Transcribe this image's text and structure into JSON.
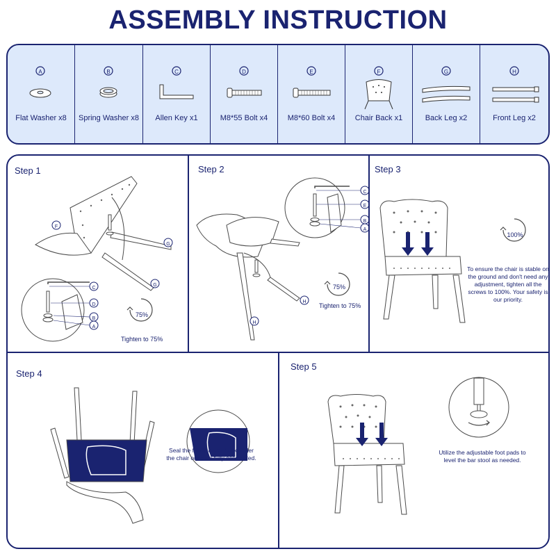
{
  "title": "ASSEMBLY INSTRUCTION",
  "parts": [
    {
      "letter": "A",
      "name": "Flat Washer x8",
      "icon": "flat-washer-icon"
    },
    {
      "letter": "B",
      "name": "Spring Washer x8",
      "icon": "spring-washer-icon"
    },
    {
      "letter": "C",
      "name": "Allen Key x1",
      "icon": "allen-key-icon"
    },
    {
      "letter": "D",
      "name": "M8*55 Bolt x4",
      "icon": "bolt-icon"
    },
    {
      "letter": "E",
      "name": "M8*60 Bolt x4",
      "icon": "bolt-icon"
    },
    {
      "letter": "F",
      "name": "Chair Back x1",
      "icon": "chair-back-icon"
    },
    {
      "letter": "G",
      "name": "Back Leg x2",
      "icon": "back-leg-icon"
    },
    {
      "letter": "H",
      "name": "Front Leg x2",
      "icon": "front-leg-icon"
    }
  ],
  "steps": {
    "step1": {
      "label": "Step 1",
      "tighten": "Tighten to 75%",
      "percent": "75%",
      "callouts": [
        "F",
        "G",
        "G",
        "C",
        "D",
        "B",
        "A"
      ]
    },
    "step2": {
      "label": "Step 2",
      "tighten": "Tighten to 75%",
      "percent": "75%",
      "callouts": [
        "C",
        "E",
        "B",
        "A",
        "H",
        "H"
      ]
    },
    "step3": {
      "label": "Step 3",
      "percent": "100%",
      "note": "To ensure the chair is stable on the ground and don't need any adjustment, tighten all the screws to 100%. Your safety is our priority."
    },
    "step4": {
      "label": "Step 4",
      "note": "Seal the fabric cover back under the chair once it's fully assembled."
    },
    "step5": {
      "label": "Step 5",
      "note": "Utilize the adjustable foot pads to level the bar stool as needed."
    }
  },
  "colors": {
    "navy": "#1a2370",
    "light_blue": "#dde9fb",
    "line": "#4a4a4a"
  }
}
